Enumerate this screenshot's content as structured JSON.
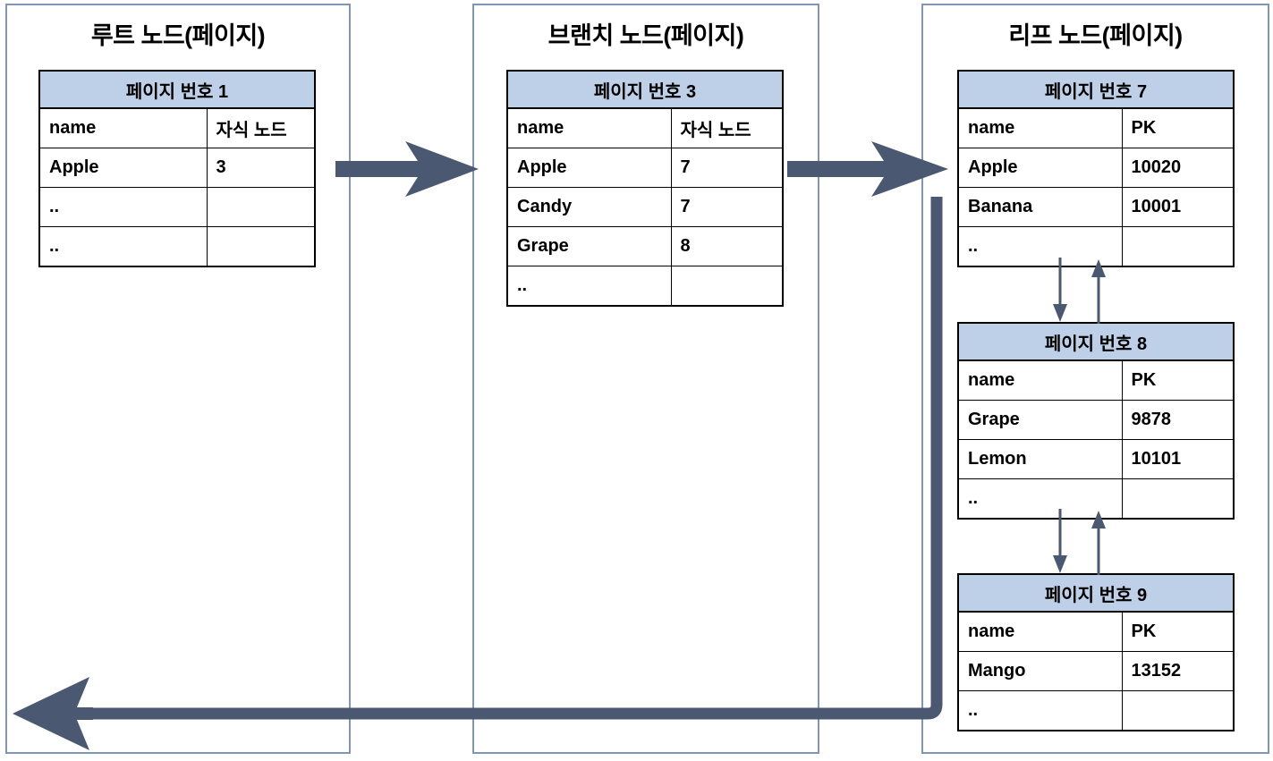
{
  "diagram": {
    "title_root": "루트 노드(페이지)",
    "title_branch": "브랜치 노드(페이지)",
    "title_leaf": "리프 노드(페이지)",
    "accent_color": "#4a5872",
    "header_fill": "#bdd0e7",
    "panel_border": "#8096b4"
  },
  "tables": {
    "page1": {
      "header": "페이지 번호 1",
      "columns": [
        "name",
        "자식 노드"
      ],
      "rows": [
        [
          "Apple",
          "3"
        ],
        [
          "..",
          ""
        ],
        [
          "..",
          ""
        ]
      ]
    },
    "page3": {
      "header": "페이지 번호 3",
      "columns": [
        "name",
        "자식 노드"
      ],
      "rows": [
        [
          "Apple",
          "7"
        ],
        [
          "Candy",
          "7"
        ],
        [
          "Grape",
          "8"
        ],
        [
          "..",
          ""
        ]
      ]
    },
    "page7": {
      "header": "페이지 번호 7",
      "columns": [
        "name",
        "PK"
      ],
      "rows": [
        [
          "Apple",
          "10020"
        ],
        [
          "Banana",
          "10001"
        ],
        [
          "..",
          ""
        ]
      ]
    },
    "page8": {
      "header": "페이지 번호 8",
      "columns": [
        "name",
        "PK"
      ],
      "rows": [
        [
          "Grape",
          "9878"
        ],
        [
          "Lemon",
          "10101"
        ],
        [
          "..",
          ""
        ]
      ]
    },
    "page9": {
      "header": "페이지 번호 9",
      "columns": [
        "name",
        "PK"
      ],
      "rows": [
        [
          "Mango",
          "13152"
        ],
        [
          "..",
          ""
        ]
      ]
    }
  },
  "connectors": {
    "root_to_branch": "arrow-right",
    "branch_to_leaf": "arrow-right",
    "leaf_to_root_return": "arrow-left",
    "page7_page8_link": "double-arrow-vertical",
    "page8_page9_link": "double-arrow-vertical"
  }
}
